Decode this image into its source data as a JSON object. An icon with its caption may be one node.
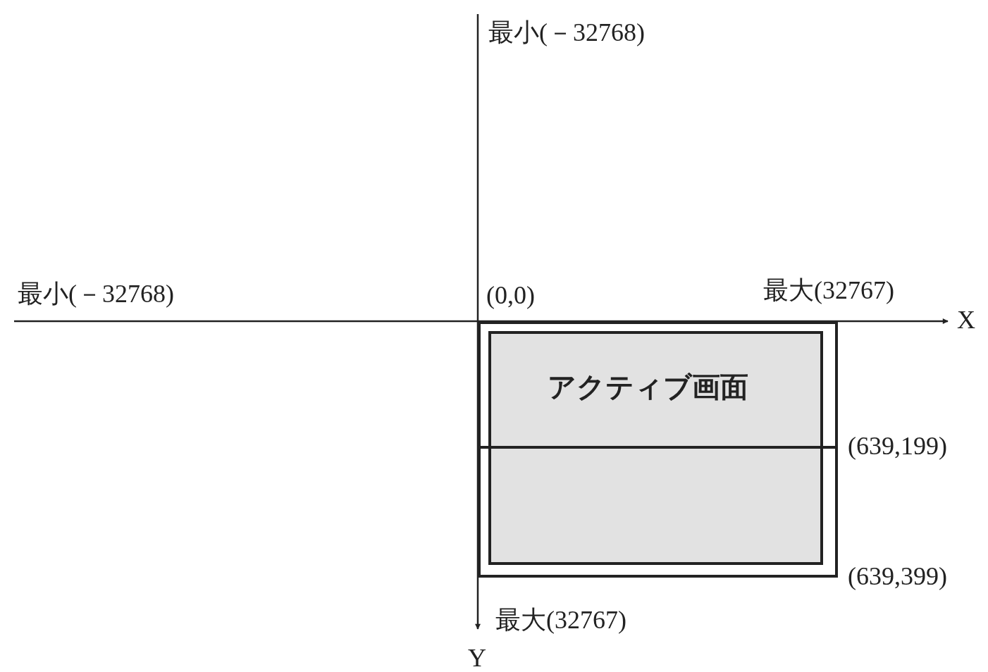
{
  "diagram": {
    "nodes": [
      {
        "text": [],
        "shape": "box"
      },
      {
        "text": [
          "アクティブ画面"
        ],
        "in": 0
      }
    ],
    "labels": [
      "最小(－32768)",
      "最小(－32768)",
      "(0,0)",
      "最大(32767)",
      "X",
      "(639,199)",
      "(639,399)",
      "最大(32767)",
      "Y"
    ]
  }
}
